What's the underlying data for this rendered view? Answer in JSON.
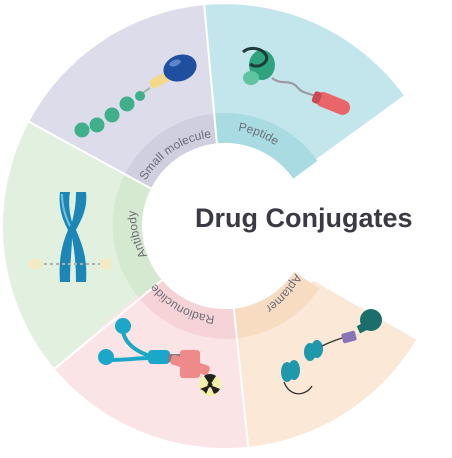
{
  "title": "Drug Conjugates",
  "segments": [
    {
      "id": "small-molecule",
      "label": "Small molecule",
      "outer_color": "#dcdcea",
      "inner_color": "#cfcfe0"
    },
    {
      "id": "peptide",
      "label": "Peptide",
      "outer_color": "#c3e6ec",
      "inner_color": "#a9dbe3"
    },
    {
      "id": "antibody",
      "label": "Antibody",
      "outer_color": "#e2f0df",
      "inner_color": "#d5e9d0"
    },
    {
      "id": "radionuclide",
      "label": "Radionuclide",
      "outer_color": "#fbe4e6",
      "inner_color": "#f5d3d6"
    },
    {
      "id": "aptamer",
      "label": "Aptamer",
      "outer_color": "#fbe8d6",
      "inner_color": "#f7dcc2"
    }
  ]
}
